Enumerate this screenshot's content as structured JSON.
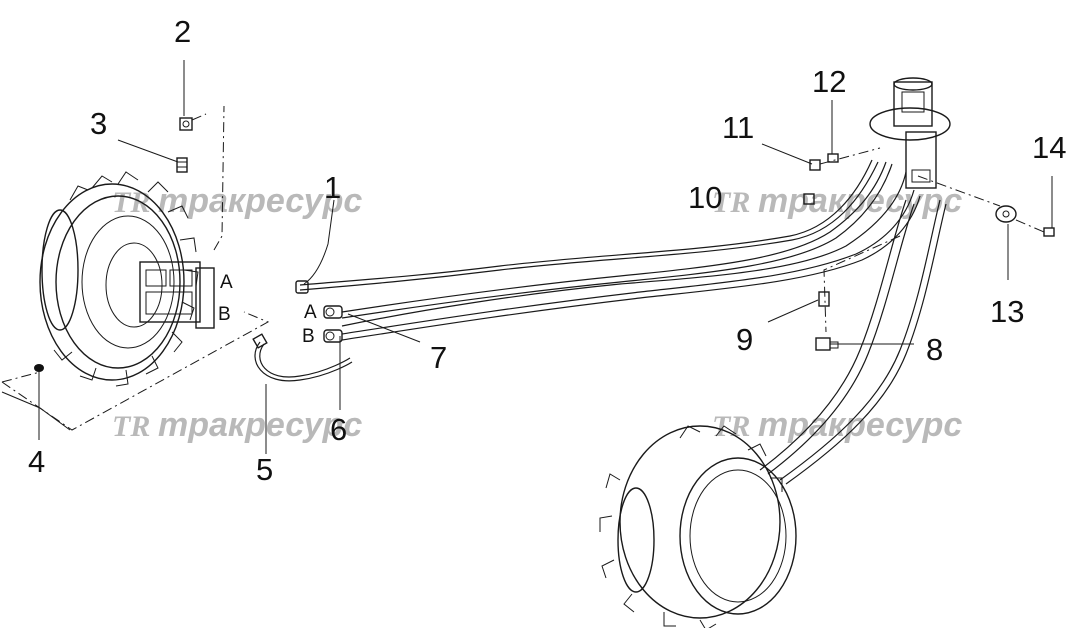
{
  "callouts": {
    "c1": "1",
    "c2": "2",
    "c3": "3",
    "c4": "4",
    "c5": "5",
    "c6": "6",
    "c7": "7",
    "c8": "8",
    "c9": "9",
    "c10": "10",
    "c11": "11",
    "c12": "12",
    "c13": "13",
    "c14": "14"
  },
  "ports": {
    "left_a": "A",
    "left_b": "B",
    "hose_a": "A",
    "hose_b": "B"
  },
  "watermark": {
    "logo": "TR",
    "text": "тракресурс"
  }
}
